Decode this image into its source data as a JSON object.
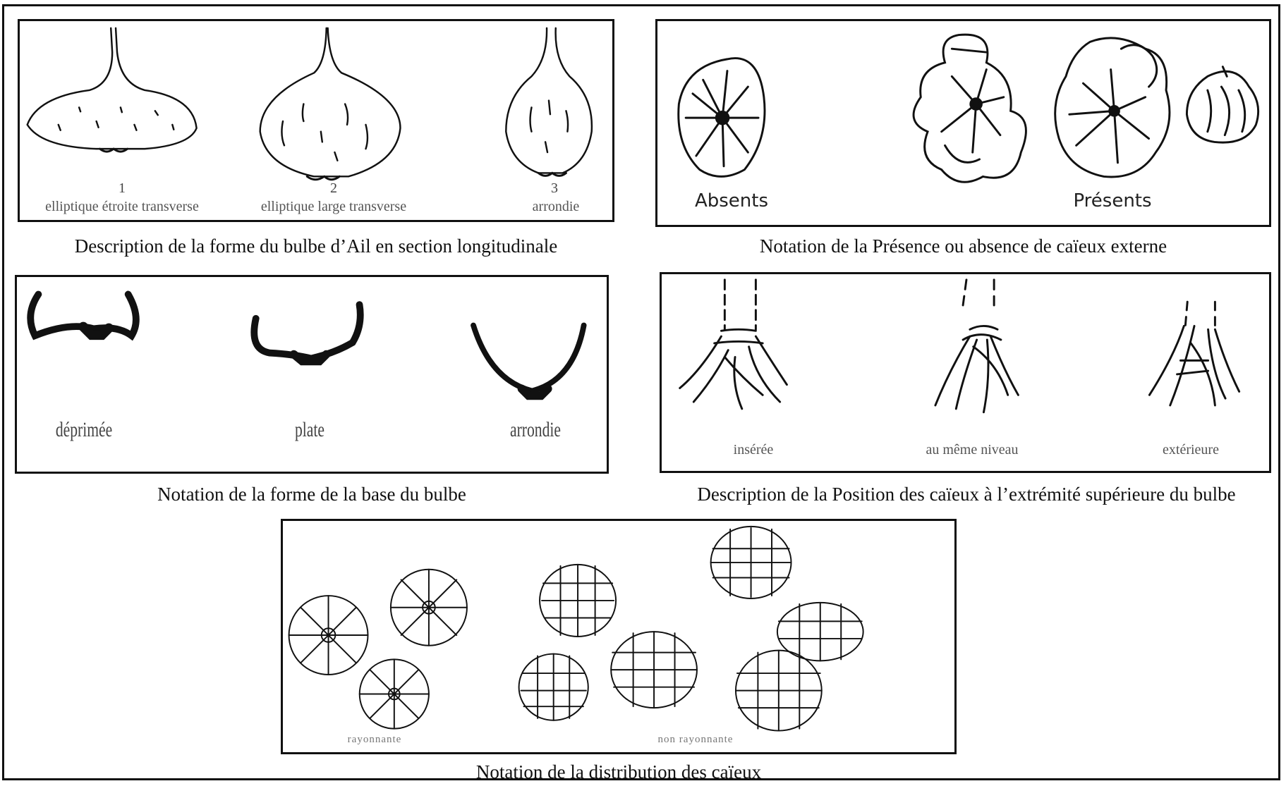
{
  "captions": {
    "shape": "Description de la forme du bulbe d’Ail en section longitudinale",
    "presence": "Notation de la Présence ou absence de caïeux externe",
    "base": "Notation de la forme de la base du bulbe",
    "position": "Description de la Position des caïeux à l’extrémité supérieure du bulbe",
    "distribution": "Notation de la distribution des caïeux"
  },
  "shape_panel": {
    "items": [
      {
        "num": "1",
        "label": "elliptique étroite transverse"
      },
      {
        "num": "2",
        "label": "elliptique large transverse"
      },
      {
        "num": "3",
        "label": "arrondie"
      }
    ]
  },
  "presence_panel": {
    "absent_label": "Absents",
    "present_label": "Présents"
  },
  "base_panel": {
    "labels": [
      "déprimée",
      "plate",
      "arrondie"
    ]
  },
  "position_panel": {
    "labels": [
      "insérée",
      "au même niveau",
      "extérieure"
    ]
  },
  "distribution_panel": {
    "radiating_label": "rayonnante",
    "non_radiating_label": "non rayonnante"
  }
}
